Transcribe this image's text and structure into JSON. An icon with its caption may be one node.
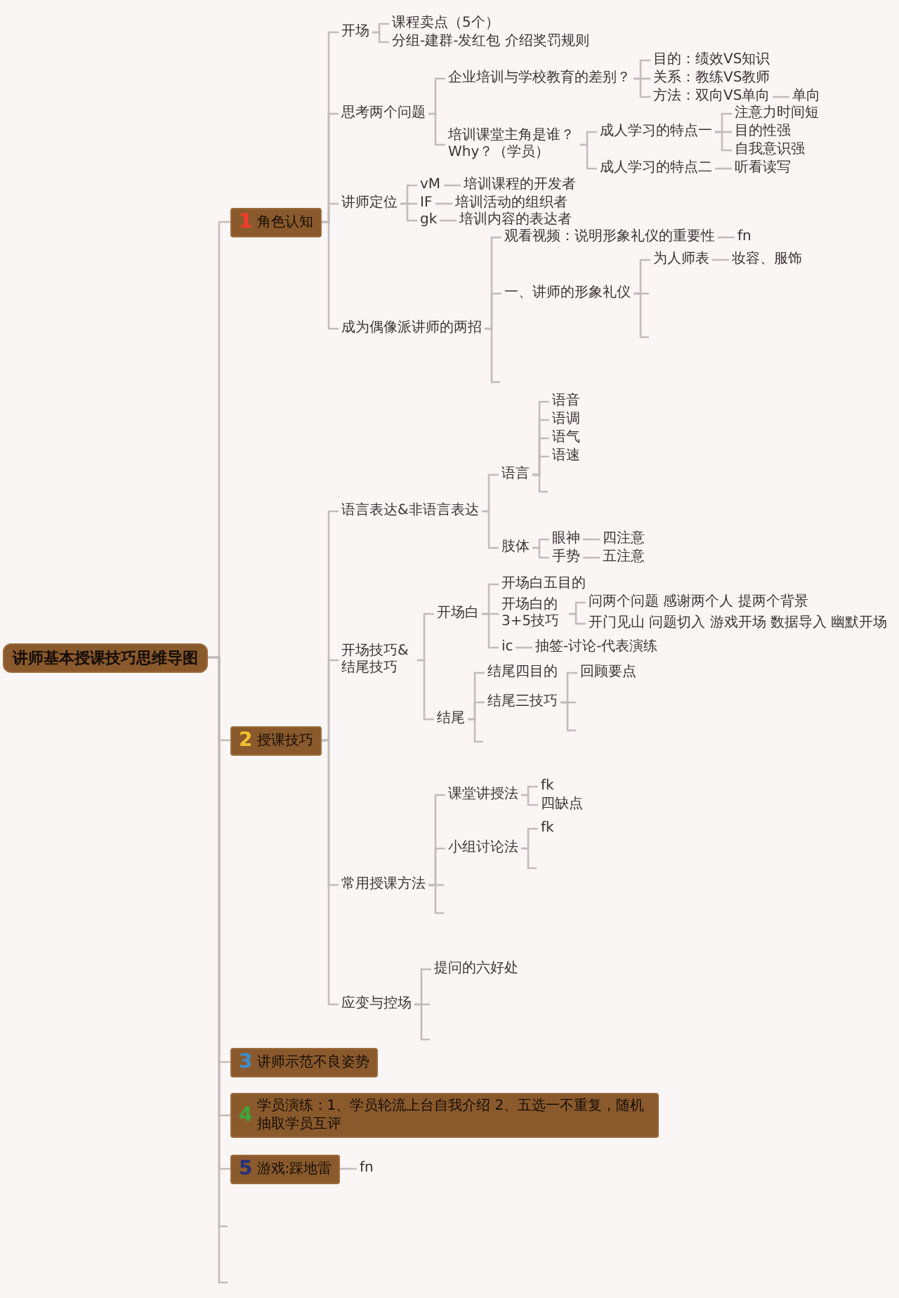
{
  "diagram": {
    "nodes": [
      {
        "text": [
          "讲师基本授课技巧思维导图"
        ]
      },
      {
        "text": [
          "1",
          "角色认知"
        ]
      },
      {
        "text": [
          "开场"
        ]
      },
      {
        "text": [
          "课程卖点（5个）"
        ]
      },
      {
        "text": [
          "分组-建群-发红包 介绍奖罚规则"
        ]
      },
      {
        "text": [
          "思考两个问题"
        ]
      },
      {
        "text": [
          "企业培训与学校教育的差别？"
        ]
      },
      {
        "text": [
          "目的：绩效VS知识"
        ]
      },
      {
        "text": [
          "关系：教练VS教师"
        ]
      },
      {
        "text": [
          "方法：双向VS单向"
        ]
      },
      {
        "text": [
          "单向"
        ]
      },
      {
        "text": [
          "培训课堂主角是谁？Why？（学员）"
        ]
      },
      {
        "text": [
          "成人学习的特点一"
        ]
      },
      {
        "text": [
          "注意力时间短"
        ]
      },
      {
        "text": [
          "目的性强"
        ]
      },
      {
        "text": [
          "自我意识强"
        ]
      },
      {
        "text": [
          "成人学习的特点二"
        ]
      },
      {
        "text": [
          "听看读写"
        ]
      },
      {
        "text": [
          "讲师定位"
        ]
      },
      {
        "text": [
          "vM"
        ]
      },
      {
        "text": [
          "培训课程的开发者"
        ]
      },
      {
        "text": [
          "IF"
        ]
      },
      {
        "text": [
          "培训活动的组织者"
        ]
      },
      {
        "text": [
          "gk"
        ]
      },
      {
        "text": [
          "培训内容的表达者"
        ]
      },
      {
        "text": [
          "成为偶像派讲师的两招"
        ]
      },
      {
        "text": [
          "观看视频：说明形象礼仪的重要性"
        ]
      },
      {
        "text": [
          "fn"
        ]
      },
      {
        "text": [
          "一、讲师的形象礼仪"
        ]
      },
      {
        "text": [
          "为人师表"
        ]
      },
      {
        "text": [
          "妆容、服饰"
        ]
      },
      {
        "text": [
          "2",
          "授课技巧"
        ]
      },
      {
        "text": [
          "语言表达&非语言表达"
        ]
      },
      {
        "text": [
          "语言"
        ]
      },
      {
        "text": [
          "语音"
        ]
      },
      {
        "text": [
          "语调"
        ]
      },
      {
        "text": [
          "语气"
        ]
      },
      {
        "text": [
          "语速"
        ]
      },
      {
        "text": [
          "肢体"
        ]
      },
      {
        "text": [
          "眼神"
        ]
      },
      {
        "text": [
          "四注意"
        ]
      },
      {
        "text": [
          "手势"
        ]
      },
      {
        "text": [
          "五注意"
        ]
      },
      {
        "text": [
          "开场技巧&结尾技巧"
        ]
      },
      {
        "text": [
          "开场白"
        ]
      },
      {
        "text": [
          "开场白五目的"
        ]
      },
      {
        "text": [
          "开场白的3+5技巧"
        ]
      },
      {
        "text": [
          "问两个问题 感谢两个人 提两个背景"
        ]
      },
      {
        "text": [
          "开门见山 问题切入 游戏开场 数据导入 幽默开场"
        ]
      },
      {
        "text": [
          "ic"
        ]
      },
      {
        "text": [
          "抽签-讨论-代表演练"
        ]
      },
      {
        "text": [
          "结尾"
        ]
      },
      {
        "text": [
          "结尾四目的"
        ]
      },
      {
        "text": [
          "结尾三技巧"
        ]
      },
      {
        "text": [
          "回顾要点"
        ]
      },
      {
        "text": [
          "常用授课方法"
        ]
      },
      {
        "text": [
          "课堂讲授法"
        ]
      },
      {
        "text": [
          "fk"
        ]
      },
      {
        "text": [
          "四缺点"
        ]
      },
      {
        "text": [
          "小组讨论法"
        ]
      },
      {
        "text": [
          "fk"
        ]
      },
      {
        "text": [
          "应变与控场"
        ]
      },
      {
        "text": [
          "提问的六好处"
        ]
      },
      {
        "text": [
          "3",
          "讲师示范不良姿势"
        ]
      },
      {
        "text": [
          "4",
          "学员演练：1、学员轮流上台自我介绍 2、五选一不重复，随机抽取学员互评"
        ]
      },
      {
        "text": [
          "5",
          "游戏:踩地雷"
        ]
      },
      {
        "text": [
          "fn"
        ]
      }
    ],
    "edges": [
      {
        "from": 0,
        "to": 1,
        "arrow": "none"
      },
      {
        "from": 0,
        "to": 31,
        "arrow": "none"
      },
      {
        "from": 0,
        "to": 63,
        "arrow": "none"
      },
      {
        "from": 0,
        "to": 64,
        "arrow": "none"
      },
      {
        "from": 0,
        "to": 65,
        "arrow": "none"
      },
      {
        "from": 0,
        "to": null,
        "arrow": "none"
      },
      {
        "from": 0,
        "to": null,
        "arrow": "none"
      },
      {
        "from": 1,
        "to": 2,
        "arrow": "none"
      },
      {
        "from": 1,
        "to": 5,
        "arrow": "none"
      },
      {
        "from": 1,
        "to": 18,
        "arrow": "none"
      },
      {
        "from": 1,
        "to": 25,
        "arrow": "none"
      },
      {
        "from": 2,
        "to": 3,
        "arrow": "none"
      },
      {
        "from": 2,
        "to": 4,
        "arrow": "none"
      },
      {
        "from": 5,
        "to": 6,
        "arrow": "none"
      },
      {
        "from": 5,
        "to": 11,
        "arrow": "none"
      },
      {
        "from": 6,
        "to": 7,
        "arrow": "none"
      },
      {
        "from": 6,
        "to": 8,
        "arrow": "none"
      },
      {
        "from": 6,
        "to": 9,
        "arrow": "none"
      },
      {
        "from": 9,
        "to": 10,
        "arrow": "none"
      },
      {
        "from": 11,
        "to": 12,
        "arrow": "none"
      },
      {
        "from": 11,
        "to": 16,
        "arrow": "none"
      },
      {
        "from": 12,
        "to": 13,
        "arrow": "none"
      },
      {
        "from": 12,
        "to": 14,
        "arrow": "none"
      },
      {
        "from": 12,
        "to": 15,
        "arrow": "none"
      },
      {
        "from": 16,
        "to": 17,
        "arrow": "none"
      },
      {
        "from": 18,
        "to": 19,
        "arrow": "none"
      },
      {
        "from": 18,
        "to": 21,
        "arrow": "none"
      },
      {
        "from": 18,
        "to": 23,
        "arrow": "none"
      },
      {
        "from": 19,
        "to": 20,
        "arrow": "none"
      },
      {
        "from": 21,
        "to": 22,
        "arrow": "none"
      },
      {
        "from": 23,
        "to": 24,
        "arrow": "none"
      },
      {
        "from": 25,
        "to": 26,
        "arrow": "none"
      },
      {
        "from": 25,
        "to": 28,
        "arrow": "none"
      },
      {
        "from": 25,
        "to": null,
        "arrow": "none"
      },
      {
        "from": 26,
        "to": 27,
        "arrow": "none"
      },
      {
        "from": 28,
        "to": 29,
        "arrow": "none"
      },
      {
        "from": 28,
        "to": null,
        "arrow": "none"
      },
      {
        "from": 28,
        "to": null,
        "arrow": "none"
      },
      {
        "from": 29,
        "to": 30,
        "arrow": "none"
      },
      {
        "from": 31,
        "to": 32,
        "arrow": "none"
      },
      {
        "from": 31,
        "to": 43,
        "arrow": "none"
      },
      {
        "from": 31,
        "to": 55,
        "arrow": "none"
      },
      {
        "from": 31,
        "to": 61,
        "arrow": "none"
      },
      {
        "from": 32,
        "to": 33,
        "arrow": "none"
      },
      {
        "from": 32,
        "to": 38,
        "arrow": "none"
      },
      {
        "from": 33,
        "to": 34,
        "arrow": "none"
      },
      {
        "from": 33,
        "to": 35,
        "arrow": "none"
      },
      {
        "from": 33,
        "to": 36,
        "arrow": "none"
      },
      {
        "from": 33,
        "to": 37,
        "arrow": "none"
      },
      {
        "from": 33,
        "to": null,
        "arrow": "none"
      },
      {
        "from": 38,
        "to": 39,
        "arrow": "none"
      },
      {
        "from": 38,
        "to": 41,
        "arrow": "none"
      },
      {
        "from": 39,
        "to": 40,
        "arrow": "none"
      },
      {
        "from": 41,
        "to": 42,
        "arrow": "none"
      },
      {
        "from": 43,
        "to": 44,
        "arrow": "none"
      },
      {
        "from": 43,
        "to": 51,
        "arrow": "none"
      },
      {
        "from": 44,
        "to": 45,
        "arrow": "none"
      },
      {
        "from": 44,
        "to": 46,
        "arrow": "none"
      },
      {
        "from": 44,
        "to": 49,
        "arrow": "none"
      },
      {
        "from": 46,
        "to": 47,
        "arrow": "none"
      },
      {
        "from": 46,
        "to": 48,
        "arrow": "none"
      },
      {
        "from": 49,
        "to": 50,
        "arrow": "none"
      },
      {
        "from": 51,
        "to": 52,
        "arrow": "none"
      },
      {
        "from": 51,
        "to": 53,
        "arrow": "none"
      },
      {
        "from": 51,
        "to": null,
        "arrow": "none"
      },
      {
        "from": 53,
        "to": 54,
        "arrow": "none"
      },
      {
        "from": 53,
        "to": null,
        "arrow": "none"
      },
      {
        "from": 53,
        "to": null,
        "arrow": "none"
      },
      {
        "from": 55,
        "to": 56,
        "arrow": "none"
      },
      {
        "from": 55,
        "to": 59,
        "arrow": "none"
      },
      {
        "from": 55,
        "to": null,
        "arrow": "none"
      },
      {
        "from": 55,
        "to": null,
        "arrow": "none"
      },
      {
        "from": 56,
        "to": 57,
        "arrow": "none"
      },
      {
        "from": 56,
        "to": 58,
        "arrow": "none"
      },
      {
        "from": 59,
        "to": 60,
        "arrow": "none"
      },
      {
        "from": 59,
        "to": null,
        "arrow": "none"
      },
      {
        "from": 61,
        "to": 62,
        "arrow": "none"
      },
      {
        "from": 61,
        "to": null,
        "arrow": "none"
      },
      {
        "from": 61,
        "to": null,
        "arrow": "none"
      },
      {
        "from": 65,
        "to": 66,
        "arrow": "none"
      }
    ]
  }
}
